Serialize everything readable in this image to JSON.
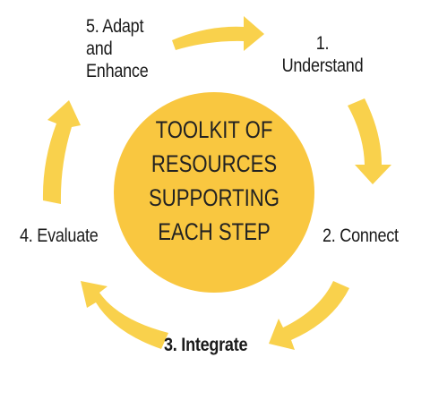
{
  "colors": {
    "accent": "#F9D14C",
    "circle": "#F9C740",
    "text": "#1a1a1a"
  },
  "hub": {
    "lines": [
      "TOOLKIT OF",
      "RESOURCES",
      "SUPPORTING",
      "EACH STEP"
    ]
  },
  "steps": [
    {
      "id": "understand",
      "lines": [
        "1.",
        "Understand"
      ],
      "bold": false
    },
    {
      "id": "connect",
      "lines": [
        "2. Connect"
      ],
      "bold": false
    },
    {
      "id": "integrate",
      "lines": [
        "3. Integrate"
      ],
      "bold": true
    },
    {
      "id": "evaluate",
      "lines": [
        "4. Evaluate"
      ],
      "bold": false
    },
    {
      "id": "adapt",
      "lines": [
        "5. Adapt",
        "and",
        "Enhance"
      ],
      "bold": false
    }
  ]
}
